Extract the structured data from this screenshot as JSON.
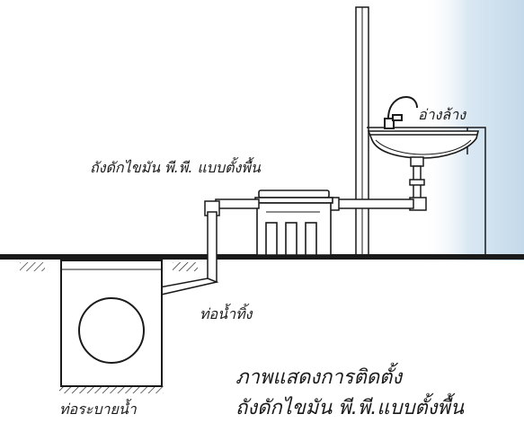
{
  "labels": {
    "sink": "อ่างล้าง",
    "grease_trap": "ถังดักไขมัน พี.พี. แบบตั้งพื้น",
    "drain_pipe": "ท่อน้ำทิ้ง",
    "sewer": "ท่อระบายน้ำ"
  },
  "caption": {
    "line1": "ภาพแสดงการติดตั้ง",
    "line2": "ถังดักไขมัน พี.พี.แบบตั้งพื้น"
  },
  "colors": {
    "line": "#1a1a1a",
    "wall_shade": "#cfe0ee",
    "ground": "#1a1a1a"
  }
}
